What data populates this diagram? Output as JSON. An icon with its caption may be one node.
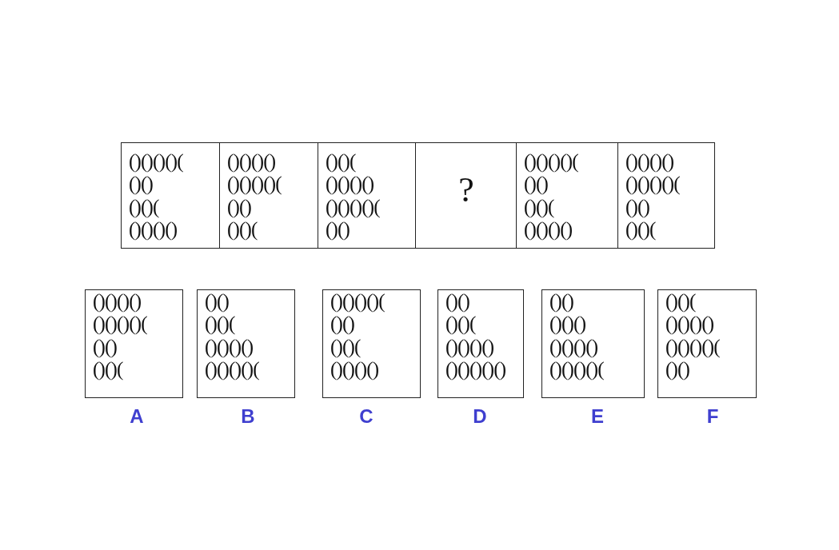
{
  "diagram": {
    "nodes": [
      {
        "text": [
          "()()()()(",
          "()()",
          "()()(",
          "()()()()"
        ]
      },
      {
        "text": [
          "()()()()",
          "()()()()(",
          "()()",
          "()()("
        ]
      },
      {
        "text": [
          "()()(",
          "()()()()",
          "()()()()(",
          "()()"
        ]
      },
      {
        "text": [
          "?"
        ]
      },
      {
        "text": [
          "()()()()(",
          "()()",
          "()()(",
          "()()()()"
        ]
      },
      {
        "text": [
          "()()()()",
          "()()()()(",
          "()()",
          "()()("
        ]
      },
      {
        "text": [
          "()()()()",
          "()()()()(",
          "()()",
          "()()("
        ],
        "beside": [
          "A"
        ]
      },
      {
        "text": [
          "()()",
          "()()(",
          "()()()()",
          "()()()()("
        ],
        "beside": [
          "B"
        ]
      },
      {
        "text": [
          "()()()()(",
          "()()",
          "()()(",
          "()()()()"
        ],
        "beside": [
          "C"
        ]
      },
      {
        "text": [
          "()()",
          "()()(",
          "()()()()",
          "()()()()()"
        ],
        "beside": [
          "D"
        ]
      },
      {
        "text": [
          "()()",
          "()()()",
          "()()()()",
          "()()()()("
        ],
        "beside": [
          "E"
        ]
      },
      {
        "text": [
          "()()(",
          "()()()()",
          "()()()()(",
          "()()"
        ],
        "beside": [
          "F"
        ]
      }
    ]
  }
}
